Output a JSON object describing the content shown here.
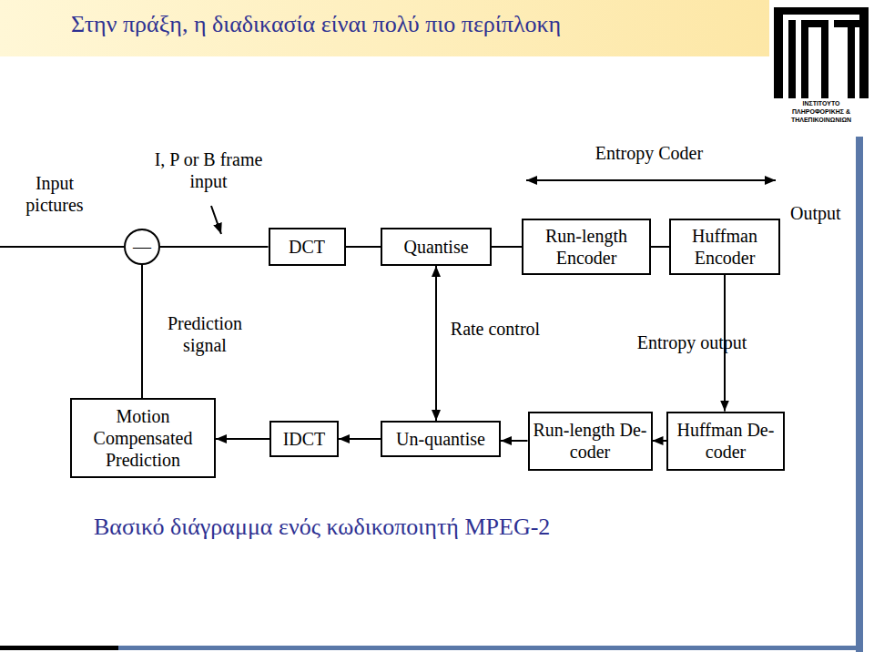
{
  "diagram": {
    "title": "Στην πράξη, η διαδικασία είναι πολύ πιο περίπλοκη",
    "caption": "Βασικό διάγραμμα ενός κωδικοποιητή MPEG-2",
    "nodes": [
      {
        "text": [
          "—"
        ]
      },
      {
        "text": [
          "DCT"
        ]
      },
      {
        "text": [
          "Quantise"
        ]
      },
      {
        "text": [
          "Run-length Encoder"
        ]
      },
      {
        "text": [
          "Huffman Encoder"
        ]
      },
      {
        "text": [
          "Motion Compensated Prediction"
        ]
      },
      {
        "text": [
          "IDCT"
        ]
      },
      {
        "text": [
          "Un-quantise"
        ]
      },
      {
        "text": [
          "Run-length De-coder"
        ]
      },
      {
        "text": [
          "Huffman De-coder"
        ]
      }
    ],
    "edges": [
      {
        "from": 0,
        "to": 1,
        "arrow": "none"
      },
      {
        "from": 1,
        "to": 2,
        "arrow": "none"
      },
      {
        "from": 2,
        "to": 3,
        "arrow": "none"
      },
      {
        "from": 3,
        "to": 4,
        "arrow": "none"
      },
      {
        "from": 4,
        "to": 9,
        "arrow": "to"
      },
      {
        "from": 9,
        "to": 8,
        "arrow": "to"
      },
      {
        "from": 8,
        "to": 7,
        "arrow": "to"
      },
      {
        "from": 7,
        "to": 6,
        "arrow": "to"
      },
      {
        "from": 6,
        "to": 5,
        "arrow": "to"
      },
      {
        "from": 5,
        "to": 0,
        "arrow": "none"
      },
      {
        "from": 2,
        "to": 7,
        "arrow": "both"
      }
    ],
    "labels": [
      "Input pictures",
      "I, P or B frame input",
      "Entropy Coder",
      "Output",
      "Prediction signal",
      "Rate control",
      "Entropy output",
      "ΙΝΣΤΙΤΟΥΤΟ",
      "ΠΛΗΡΟΦΟΡΙΚΗΣ &",
      "ΤΗΛΕΠΙΚΟΙΝΩΝΙΩΝ"
    ]
  }
}
